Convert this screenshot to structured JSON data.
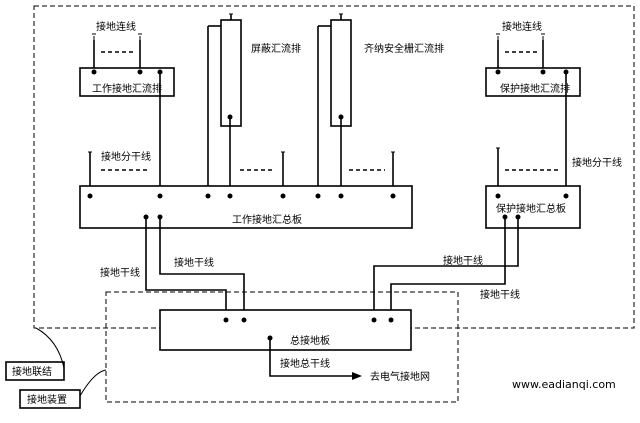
{
  "labels": {
    "ground_connection_left": "接地连线",
    "ground_connection_right": "接地连线",
    "work_ground_busbar": "工作接地汇流排",
    "shield_busbar": "屏蔽汇流排",
    "zener_barrier_busbar": "齐纳安全栅汇流排",
    "protect_ground_busbar": "保护接地汇流排",
    "ground_branch_left": "接地分干线",
    "ground_branch_right": "接地分干线",
    "work_ground_main_board": "工作接地汇总板",
    "protect_ground_main_board": "保护接地汇总板",
    "ground_trunk_1": "接地干线",
    "ground_trunk_2": "接地干线",
    "ground_trunk_3": "接地干线",
    "ground_trunk_4": "接地干线",
    "main_ground_board": "总接地板",
    "ground_main_trunk": "接地总干线",
    "to_electric_grid": "去电气接地网",
    "ground_link": "接地联结",
    "ground_device": "接地装置",
    "watermark": "www.eadianqi.com"
  }
}
